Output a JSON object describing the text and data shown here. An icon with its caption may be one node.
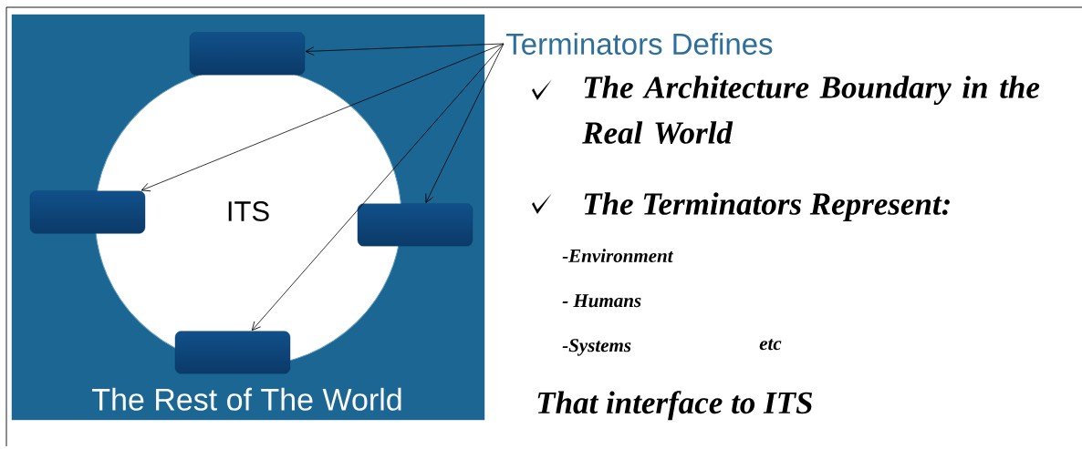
{
  "diagram": {
    "nodes": [
      {
        "text": [
          "Terminators Defines"
        ]
      },
      {
        "text": [
          "The Rest of The World"
        ]
      },
      {
        "text": [
          "ITS"
        ],
        "in": 1
      },
      {
        "text": [],
        "shape": "box",
        "in": 1
      },
      {
        "text": [],
        "shape": "box",
        "in": 1
      },
      {
        "text": [],
        "shape": "box",
        "in": 1
      },
      {
        "text": [],
        "shape": "box",
        "in": 1
      }
    ],
    "edges": [
      {
        "from": 0,
        "to": 3,
        "arrow": "to"
      },
      {
        "from": 0,
        "to": 4,
        "arrow": "to"
      },
      {
        "from": 0,
        "to": 5,
        "arrow": "to"
      },
      {
        "from": 0,
        "to": 6,
        "arrow": "to"
      }
    ],
    "labels": [
      "The Architecture Boundary in the Real World",
      "The Terminators Represent:",
      "-Environment",
      "- Humans",
      "-Systems",
      "etc",
      "That interface to ITS"
    ]
  }
}
